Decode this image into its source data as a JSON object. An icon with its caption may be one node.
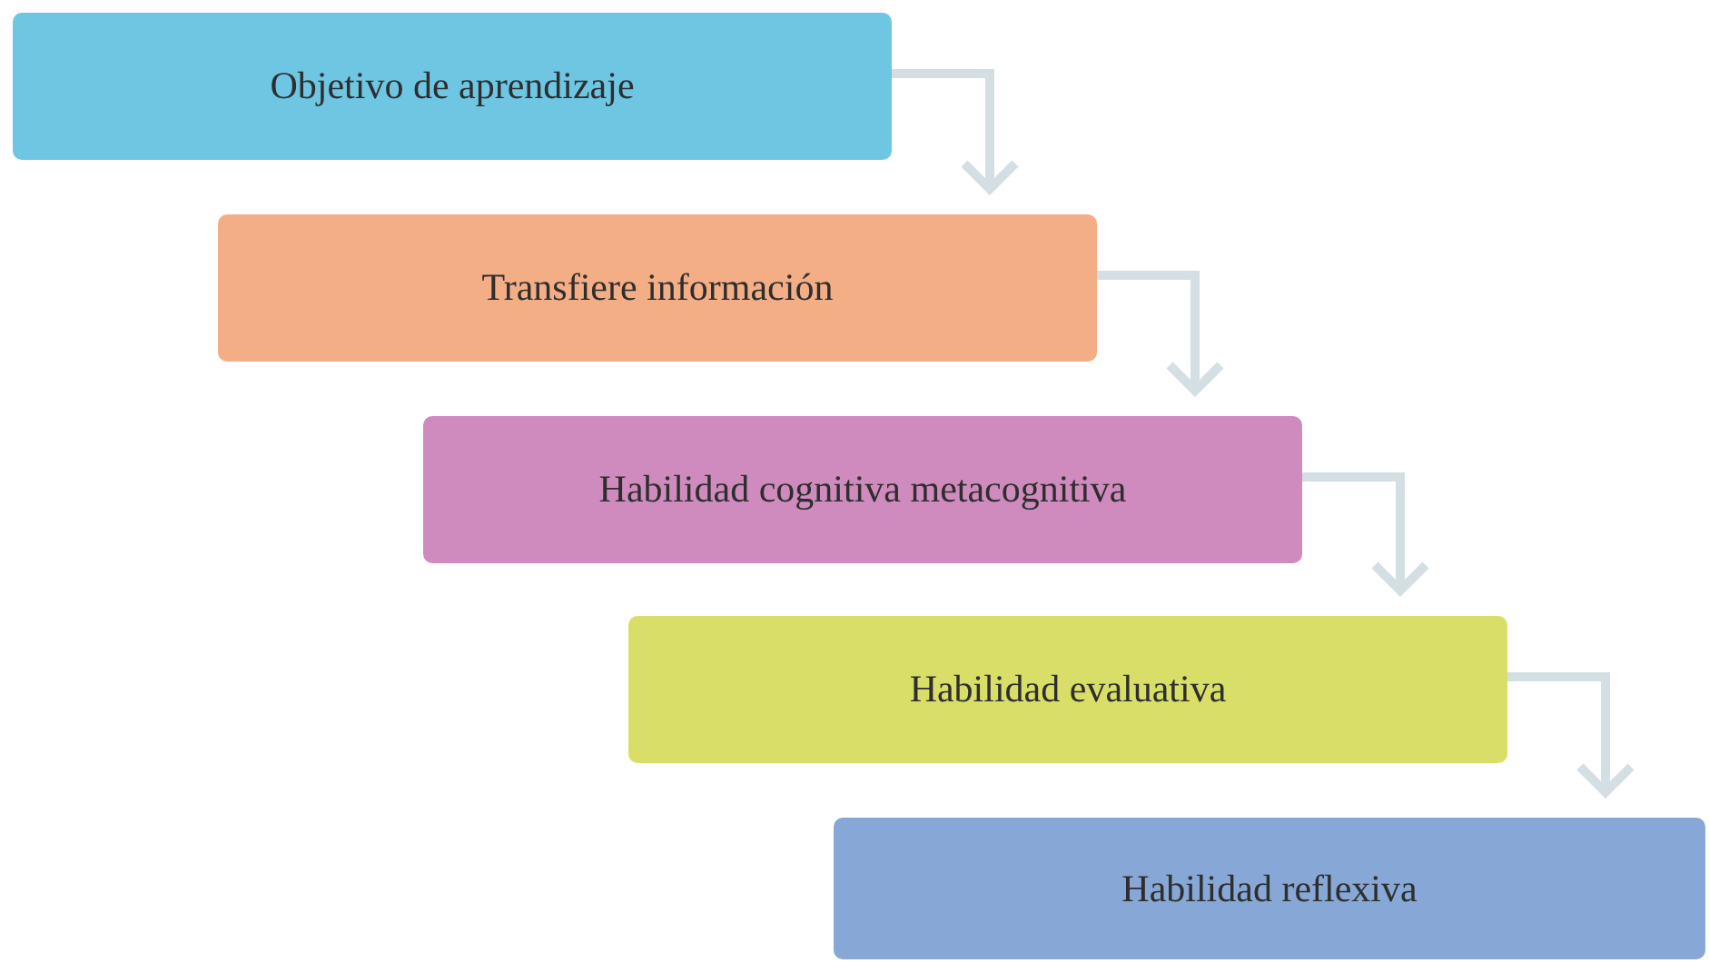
{
  "diagram": {
    "nodes": [
      {
        "text": [
          "Objetivo de aprendizaje"
        ]
      },
      {
        "text": [
          "Transfiere información"
        ]
      },
      {
        "text": [
          "Habilidad cognitiva metacognitiva"
        ]
      },
      {
        "text": [
          "Habilidad evaluativa"
        ]
      },
      {
        "text": [
          "Habilidad reflexiva"
        ]
      }
    ],
    "edges": [
      {
        "from": 0,
        "to": 1,
        "arrow": "to"
      },
      {
        "from": 1,
        "to": 2,
        "arrow": "to"
      },
      {
        "from": 2,
        "to": 3,
        "arrow": "to"
      },
      {
        "from": 3,
        "to": 4,
        "arrow": "to"
      }
    ]
  }
}
